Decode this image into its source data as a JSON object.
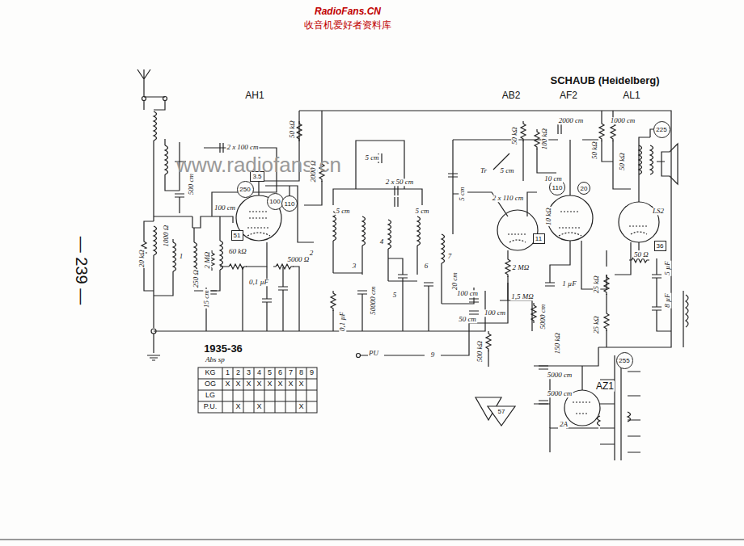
{
  "diagram": {
    "nodes": [
      {
        "text": [
          "250"
        ]
      },
      {
        "text": [
          "3.5"
        ]
      },
      {
        "text": [
          "100"
        ]
      },
      {
        "text": [
          "110"
        ]
      },
      {
        "text": [
          "51"
        ]
      },
      {
        "text": [
          "11"
        ]
      },
      {
        "text": [
          "110"
        ]
      },
      {
        "text": [
          "20"
        ]
      },
      {
        "text": [
          "225"
        ]
      },
      {
        "text": [
          "36"
        ]
      },
      {
        "text": [
          "57"
        ]
      },
      {
        "text": [
          "255"
        ]
      }
    ],
    "labels": [
      "RadioFans.CN",
      "收音机爱好者资料库",
      "SCHAUB (Heidelberg)",
      "AH1",
      "AB2",
      "AF2",
      "AL1",
      "AZ1",
      "— 239 —",
      "www.radiofans.cn",
      "1935-36",
      "Abs sp",
      "KG",
      "1",
      "2",
      "3",
      "4",
      "5",
      "6",
      "7",
      "8",
      "9",
      "OG",
      "X",
      "X",
      "X",
      "X",
      "X",
      "X",
      "X",
      "X",
      "LG",
      "P.U.",
      "X",
      "X",
      "X",
      "2 x 100 cm",
      "500 cm",
      "1000 Ω",
      "20 kΩ",
      "100 cm",
      "60 kΩ",
      "2 MΩ",
      "250 Ω",
      "15 cm",
      "5000 Ω",
      "0,1 µF",
      "50 kΩ",
      "2000 Ω",
      "5 cm",
      "2 x 50 cm",
      "5 cm",
      "5 cm",
      "0,1 µF",
      "50000 cm",
      "20 cm",
      "100 cm",
      "50 cm",
      "100 cm",
      "5 cm",
      "Tr",
      "5 cm",
      "50 kΩ",
      "100 kΩ",
      "10 cm",
      "2 x 110 cm",
      "10 kΩ",
      "2 MΩ",
      "1,5 MΩ",
      "5000 cm",
      "1 µF",
      "150 kΩ",
      "500 kΩ",
      "PU",
      "9",
      "2000 cm",
      "1000 cm",
      "50 kΩ",
      "50 kΩ",
      "50 Ω",
      "25 kΩ",
      "25 kΩ",
      "5 µF",
      "8 µF",
      "5000 cm",
      "5000 cm",
      "2A",
      "LS2",
      "1",
      "2",
      "3",
      "4",
      "5",
      "6",
      "7"
    ]
  }
}
